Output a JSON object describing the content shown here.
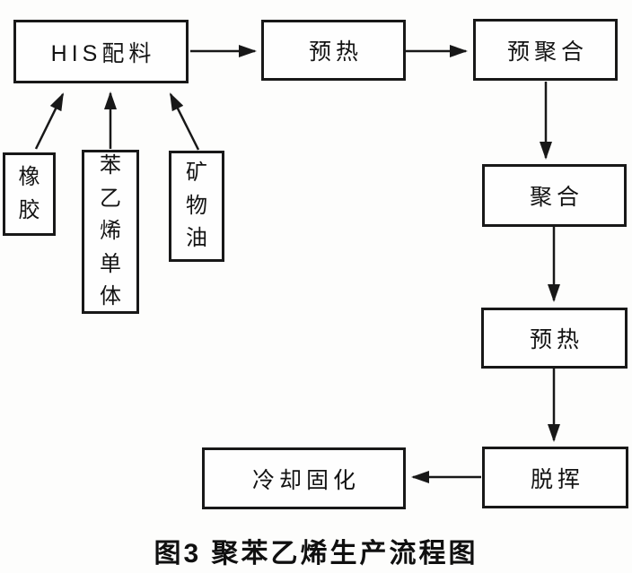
{
  "diagram": {
    "caption": "图3 聚苯乙烯生产流程图",
    "colors": {
      "line": "#181818",
      "background": "#fdfdfc",
      "text": "#131313"
    },
    "nodes": {
      "his_batching": {
        "label": "HIS配料"
      },
      "preheat_top": {
        "label": "预热"
      },
      "prepolymerize": {
        "label": "预聚合"
      },
      "polymerize": {
        "label": "聚合"
      },
      "preheat_mid": {
        "label": "预热"
      },
      "devolatilize": {
        "label": "脱挥"
      },
      "cool_solidify": {
        "label": "冷却固化"
      },
      "rubber": {
        "label": "橡胶"
      },
      "styrene_monomer": {
        "label": "苯乙烯单体"
      },
      "mineral_oil": {
        "label": "矿物油"
      }
    },
    "edges": [
      {
        "from": "his_batching",
        "to": "preheat_top"
      },
      {
        "from": "preheat_top",
        "to": "prepolymerize"
      },
      {
        "from": "prepolymerize",
        "to": "polymerize"
      },
      {
        "from": "polymerize",
        "to": "preheat_mid"
      },
      {
        "from": "preheat_mid",
        "to": "devolatilize"
      },
      {
        "from": "devolatilize",
        "to": "cool_solidify"
      },
      {
        "from": "rubber",
        "to": "his_batching"
      },
      {
        "from": "styrene_monomer",
        "to": "his_batching"
      },
      {
        "from": "mineral_oil",
        "to": "his_batching"
      }
    ]
  }
}
